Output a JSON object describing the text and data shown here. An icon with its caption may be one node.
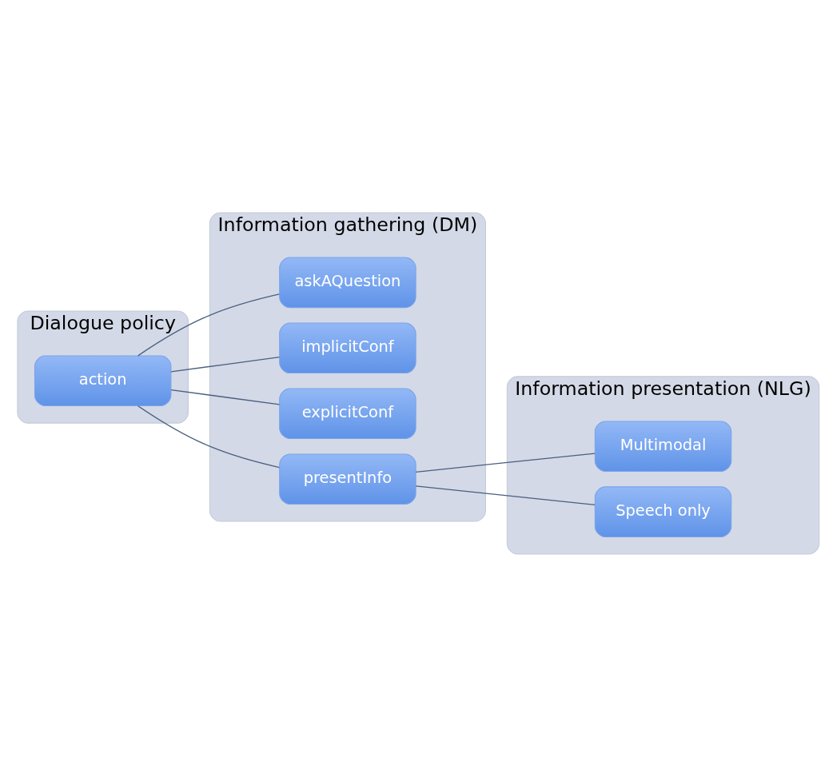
{
  "diagram": {
    "nodes": [
      {
        "text": [
          "Dialogue policy"
        ]
      },
      {
        "text": [
          "action"
        ],
        "in": 0
      },
      {
        "text": [
          "Information gathering (DM)"
        ]
      },
      {
        "text": [
          "askAQuestion"
        ],
        "in": 2
      },
      {
        "text": [
          "implicitConf"
        ],
        "in": 2
      },
      {
        "text": [
          "explicitConf"
        ],
        "in": 2
      },
      {
        "text": [
          "presentInfo"
        ],
        "in": 2
      },
      {
        "text": [
          "Information presentation (NLG)"
        ]
      },
      {
        "text": [
          "Multimodal"
        ],
        "in": 7
      },
      {
        "text": [
          "Speech only"
        ],
        "in": 7
      }
    ],
    "edges": [
      {
        "from": 1,
        "to": 3,
        "arrow": "none"
      },
      {
        "from": 1,
        "to": 4,
        "arrow": "none"
      },
      {
        "from": 1,
        "to": 5,
        "arrow": "none"
      },
      {
        "from": 1,
        "to": 6,
        "arrow": "none"
      },
      {
        "from": 6,
        "to": 8,
        "arrow": "none"
      },
      {
        "from": 6,
        "to": 9,
        "arrow": "none"
      }
    ]
  }
}
